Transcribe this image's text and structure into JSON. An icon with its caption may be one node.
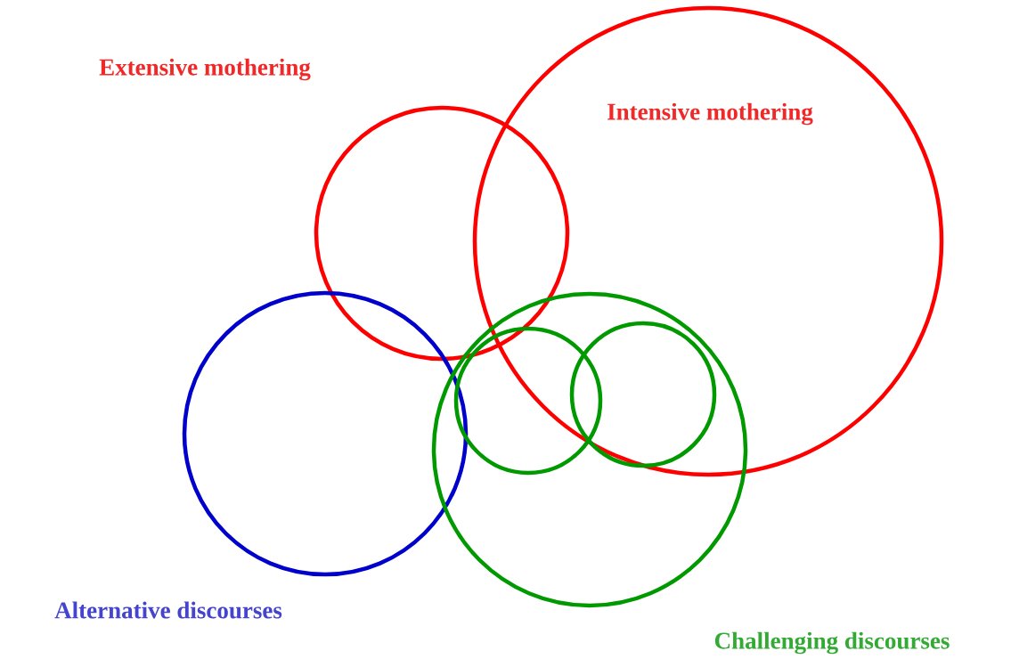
{
  "diagram": {
    "nodes": [
      {
        "text": [
          "Extensive mothering"
        ]
      },
      {
        "text": [
          "Intensive mothering"
        ]
      },
      {
        "text": [
          "Alternative discourses"
        ]
      },
      {
        "text": [
          "Challenging discourses"
        ]
      },
      {
        "text": [],
        "shape": "circle",
        "in": 3
      },
      {
        "text": [],
        "shape": "circle"
      }
    ]
  }
}
